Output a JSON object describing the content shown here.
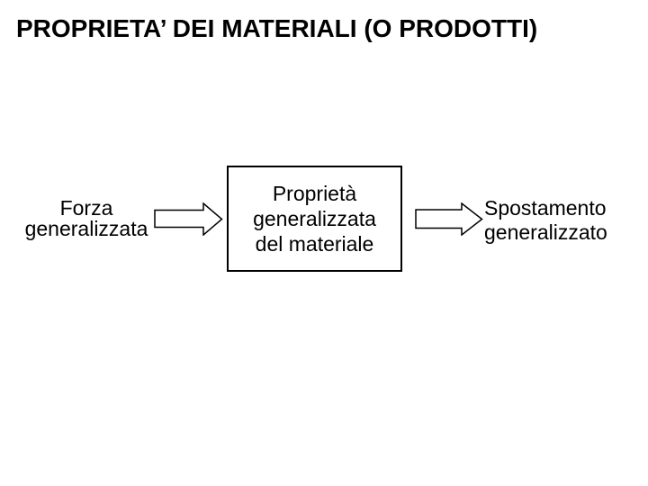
{
  "slide": {
    "title": "PROPRIETA’ DEI MATERIALI (O PRODOTTI)",
    "background_color": "#ffffff",
    "text_color": "#000000"
  },
  "diagram": {
    "input_label": {
      "lines": [
        "Forza",
        "generalizzata"
      ]
    },
    "process_box": {
      "lines": [
        "Proprietà",
        "generalizzata",
        "del materiale"
      ],
      "border_color": "#000000",
      "fill_color": "#ffffff"
    },
    "output_label": {
      "lines": [
        "Spostamento",
        "generalizzato"
      ]
    },
    "arrows": {
      "direction": "right",
      "count": 2,
      "fill_color": "#ffffff",
      "stroke_color": "#000000"
    }
  }
}
